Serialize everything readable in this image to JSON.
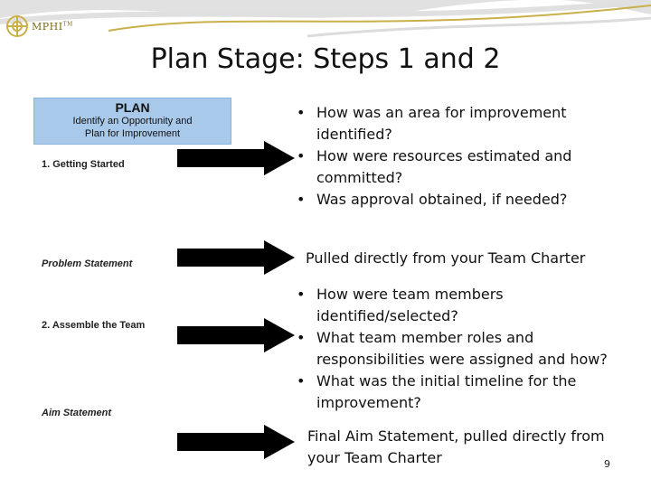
{
  "brand": {
    "logo_text": "MPHI",
    "logo_mark": "TM"
  },
  "slide": {
    "title": "Plan Stage: Steps 1 and 2",
    "page_number": "9"
  },
  "form": {
    "plan_heading": "PLAN",
    "plan_sub_1": "Identify an Opportunity and",
    "plan_sub_2": "Plan for Improvement",
    "step1": "1.  Getting Started",
    "problem": "Problem Statement",
    "step2": "2.  Assemble the Team",
    "aim": "Aim Statement"
  },
  "blocks": {
    "getting_started": [
      {
        "line1": "How was an area for improvement",
        "line2": "identified?"
      },
      {
        "line1": "How were resources estimated and",
        "line2": "committed?"
      },
      {
        "line1": "Was approval obtained, if needed?",
        "line2": ""
      }
    ],
    "problem_text": "Pulled directly from your Team Charter",
    "team": [
      {
        "line1": "How were team members",
        "line2": "identified/selected?"
      },
      {
        "line1": "What team member roles and",
        "line2": "responsibilities were assigned and how?"
      },
      {
        "line1": "What was the initial timeline for the",
        "line2": "improvement?"
      }
    ],
    "aim_line1": "Final Aim Statement, pulled directly from",
    "aim_line2": "your Team Charter"
  },
  "bullet_glyph": "•",
  "colors": {
    "plan_box": "#a8c9ea",
    "arrow": "#000000",
    "band_gold": "#c9b04a"
  }
}
